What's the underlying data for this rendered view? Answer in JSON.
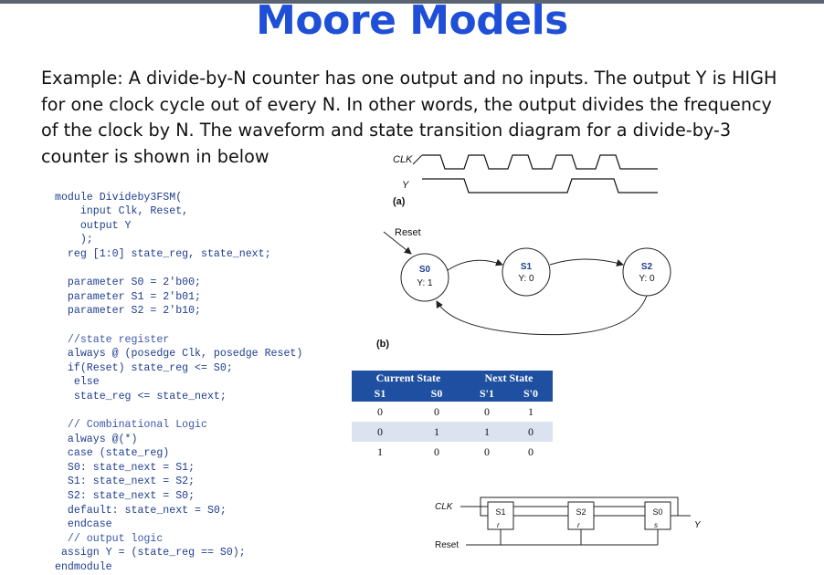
{
  "slide": {
    "title": "Moore Models",
    "intro": "Example: A divide-by-N counter has one output and no inputs. The output Y is HIGH for one clock cycle out of every N. In other words, the output divides the frequency of the clock by N. The waveform and state transition diagram for a divide-by-3 counter is shown in below"
  },
  "code": {
    "lines": [
      "module Divideby3FSM(",
      "    input Clk, Reset,",
      "    output Y",
      "    );",
      "  reg [1:0] state_reg, state_next;",
      "",
      "  parameter S0 = 2'b00;",
      "  parameter S1 = 2'b01;",
      "  parameter S2 = 2'b10;",
      "",
      "  //state register",
      "  always @ (posedge Clk, posedge Reset)",
      "  if(Reset) state_reg <= S0;",
      "   else",
      "   state_reg <= state_next;",
      "",
      "  // Combinational Logic",
      "  always @(*)",
      "  case (state_reg)",
      "  S0: state_next = S1;",
      "  S1: state_next = S2;",
      "  S2: state_next = S0;",
      "  default: state_next = S0;",
      "  endcase",
      "  // output logic",
      " assign Y = (state_reg == S0);",
      "endmodule"
    ]
  },
  "waveform": {
    "clk_label": "CLK",
    "y_label": "Y",
    "part_label": "(a)"
  },
  "state_diagram": {
    "part_label": "(b)",
    "reset_label": "Reset",
    "states": [
      {
        "name": "S0",
        "output": "Y: 1"
      },
      {
        "name": "S1",
        "output": "Y: 0"
      },
      {
        "name": "S2",
        "output": "Y: 0"
      }
    ]
  },
  "table": {
    "header_current": "Current State",
    "header_next": "Next State",
    "sub_current": [
      "S1",
      "S0"
    ],
    "sub_next": [
      "S'1",
      "S'0"
    ],
    "rows": [
      [
        "0",
        "0",
        "0",
        "1"
      ],
      [
        "0",
        "1",
        "1",
        "0"
      ],
      [
        "1",
        "0",
        "0",
        "0"
      ]
    ]
  },
  "circuit": {
    "clk_label": "CLK",
    "reset_label": "Reset",
    "ff_labels": [
      "S1",
      "S2",
      "S0"
    ],
    "ff_reset_marks": [
      "r",
      "r",
      "s"
    ],
    "output_label": "Y"
  },
  "colors": {
    "title": "#1f4fd6",
    "code": "#1f3d8f",
    "table_header": "#1f4fa0",
    "state_fill": "#ffffff"
  }
}
